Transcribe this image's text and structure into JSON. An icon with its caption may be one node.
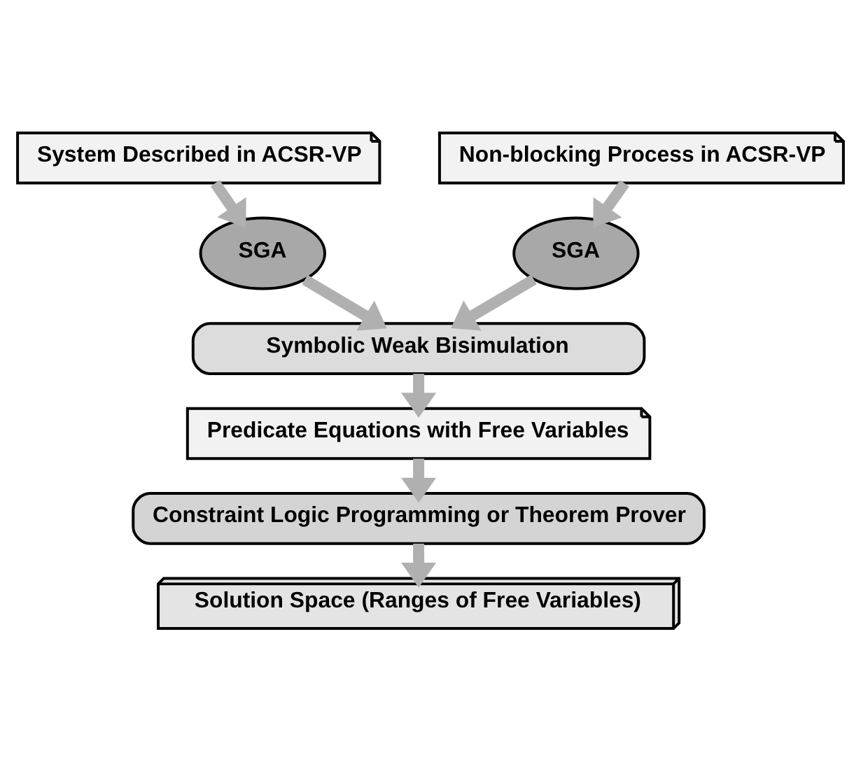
{
  "diagram": {
    "nodes": [
      {
        "text": [
          "System Described in ACSR-VP"
        ]
      },
      {
        "text": [
          "Non-blocking Process in ACSR-VP"
        ]
      },
      {
        "text": [
          "SGA"
        ]
      },
      {
        "text": [
          "SGA"
        ]
      },
      {
        "text": [
          "Symbolic Weak Bisimulation"
        ]
      },
      {
        "text": [
          "Predicate Equations with Free Variables"
        ]
      },
      {
        "text": [
          "Constraint Logic Programming or Theorem Prover"
        ]
      },
      {
        "text": [
          "Solution Space (Ranges of Free Variables)"
        ]
      }
    ],
    "edges": [
      {
        "from": 0,
        "to": 2,
        "arrow": "to"
      },
      {
        "from": 1,
        "to": 3,
        "arrow": "to"
      },
      {
        "from": 2,
        "to": 4,
        "arrow": "to"
      },
      {
        "from": 3,
        "to": 4,
        "arrow": "to"
      },
      {
        "from": 4,
        "to": 5,
        "arrow": "to"
      },
      {
        "from": 5,
        "to": 6,
        "arrow": "to"
      },
      {
        "from": 6,
        "to": 7,
        "arrow": "to"
      }
    ]
  }
}
